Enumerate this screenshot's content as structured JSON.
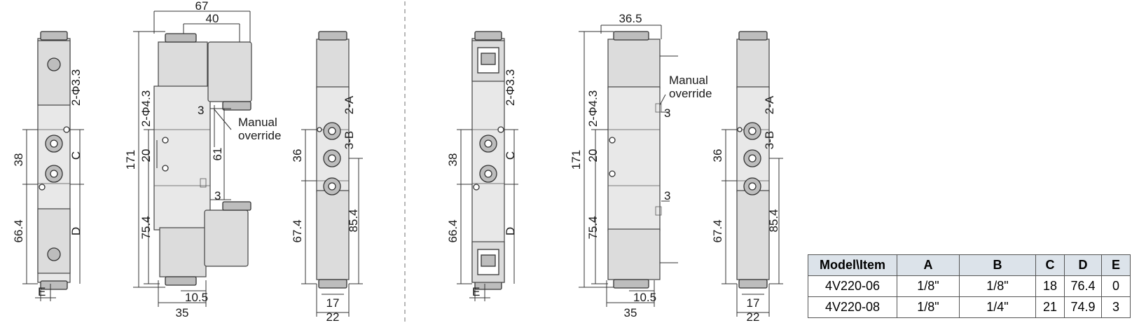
{
  "left_drawing": {
    "side1": {
      "label_port": "2-Φ3.3",
      "label_c": "C",
      "label_d": "D",
      "dim_38": "38",
      "dim_664": "66.4",
      "dim_e": "E"
    },
    "front": {
      "dim_67": "67",
      "dim_40": "40",
      "dim_171": "171",
      "label_mount": "2-Φ4.3",
      "dim_20": "20",
      "dim_754": "75.4",
      "dim_3a": "3",
      "dim_61": "61",
      "dim_3b": "3",
      "dim_105": "10.5",
      "dim_35": "35",
      "label_manual_1": "Manual",
      "label_manual_2": "override"
    },
    "side2": {
      "label_2a": "2-A",
      "label_3b": "3-B",
      "dim_36": "36",
      "dim_674": "67.4",
      "dim_854": "85.4",
      "dim_17": "17",
      "dim_22": "22"
    }
  },
  "right_drawing": {
    "side1": {
      "label_port": "2-Φ3.3",
      "label_c": "C",
      "label_d": "D",
      "dim_38": "38",
      "dim_664": "66.4",
      "dim_e": "E"
    },
    "front": {
      "dim_365": "36.5",
      "dim_171": "171",
      "label_mount": "2-Φ4.3",
      "dim_20": "20",
      "dim_754": "75.4",
      "dim_3a": "3",
      "dim_3b": "3",
      "dim_105": "10.5",
      "dim_35": "35",
      "label_manual_1": "Manual",
      "label_manual_2": "override"
    },
    "side2": {
      "label_2a": "2-A",
      "label_3b": "3-B",
      "dim_36": "36",
      "dim_674": "67.4",
      "dim_854": "85.4",
      "dim_17": "17",
      "dim_22": "22"
    }
  },
  "table": {
    "headers": [
      "Model\\Item",
      "A",
      "B",
      "C",
      "D",
      "E"
    ],
    "rows": [
      [
        "4V220-06",
        "1/8\"",
        "1/8\"",
        "18",
        "76.4",
        "0"
      ],
      [
        "4V220-08",
        "1/8\"",
        "1/4\"",
        "21",
        "74.9",
        "3"
      ]
    ]
  }
}
